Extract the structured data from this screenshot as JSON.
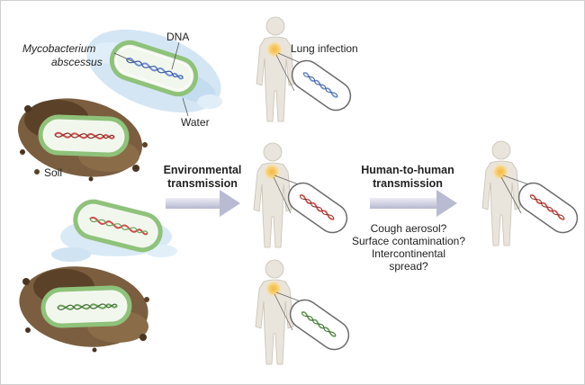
{
  "labels": {
    "species_line1": "Mycobacterium",
    "species_line2": "abscessus",
    "dna": "DNA",
    "water": "Water",
    "soil": "Soil",
    "lung_infection": "Lung infection",
    "env_line1": "Environmental",
    "env_line2": "transmission",
    "h2h_line1": "Human-to-human",
    "h2h_line2": "transmission",
    "q1": "Cough aerosol?",
    "q2": "Surface contamination?",
    "q3": "Intercontinental",
    "q4": "spread?"
  },
  "colors": {
    "dna_blue": "#6f8fd0",
    "dna_red": "#c8504a",
    "dna_green": "#6aa05a",
    "cell_green": "#8fc27a",
    "cell_fill": "#f2f7ee",
    "water": "#cfe3f3",
    "soil": "#6b5133",
    "human": "#e9e4dc",
    "infection": "#f2c25a",
    "arrow": "#c7c9dc"
  },
  "icons": {
    "bacteria": "bacterium-icon",
    "human": "human-silhouette-icon",
    "arrow": "right-arrow-icon"
  }
}
